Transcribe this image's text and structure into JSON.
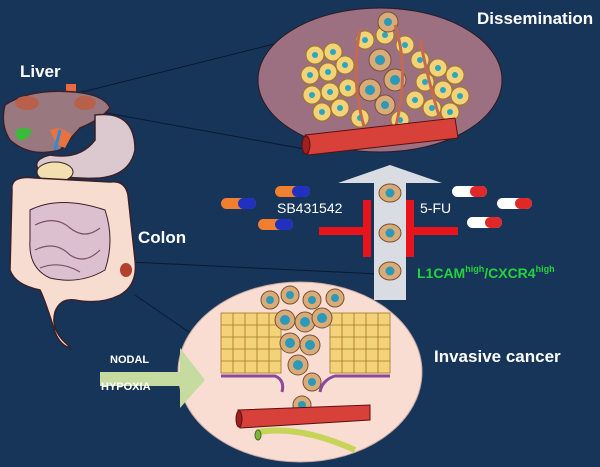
{
  "title": "Colorectal cancer progression and dissemination diagram",
  "labels": {
    "liver": "Liver",
    "colon": "Colon",
    "dissemination": "Dissemination",
    "invasive_cancer": "Invasive cancer",
    "nodal": "NODAL",
    "hypoxia": "HYPOXIA",
    "inhibitor_left": "SB431542",
    "inhibitor_right": "5-FU",
    "marker_part1": "L1CAM",
    "marker_sup1": "high",
    "marker_sep": "/CXCR4",
    "marker_sup2": "high"
  },
  "colors": {
    "background": "#173459",
    "marker_text": "#22d43a",
    "inhibition_bar": "#e8141c",
    "arrow_up": "#d9dde3",
    "arrow_right": "#c5dba0",
    "dissemination_oval": "#9c7080",
    "invasive_oval": "#f9dcd2"
  }
}
